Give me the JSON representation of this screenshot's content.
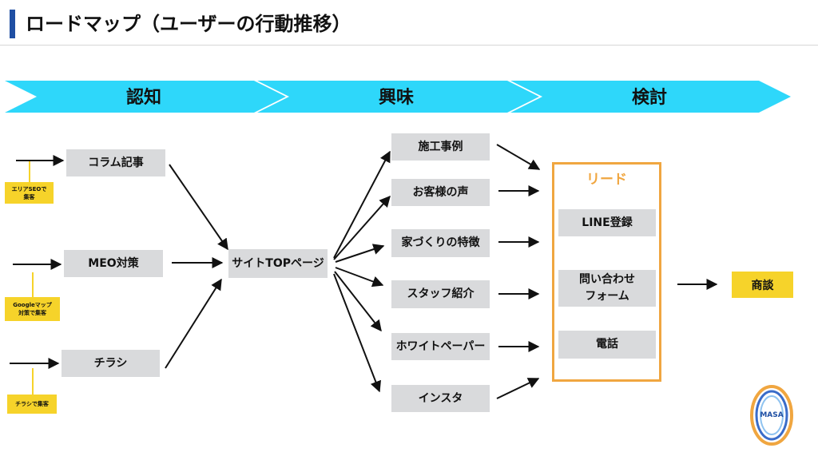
{
  "title": "ロードマップ（ユーザーの行動推移）",
  "stages": [
    "認知",
    "興味",
    "検討"
  ],
  "sources": [
    {
      "box": "コラム記事",
      "tag": "エリアSEOで\n集客"
    },
    {
      "box": "MEO対策",
      "tag": "Googleマップ\n対策で集客"
    },
    {
      "box": "チラシ",
      "tag": "チラシで集客"
    }
  ],
  "hub": "サイトTOPページ",
  "pages": [
    "施工事例",
    "お客様の声",
    "家づくりの特徴",
    "スタッフ紹介",
    "ホワイトペーパー",
    "インスタ"
  ],
  "lead": {
    "title": "リード",
    "items": [
      "LINE登録",
      "問い合わせ\nフォーム",
      "電話"
    ]
  },
  "goal": "商談",
  "logo": {
    "text": "MASA"
  },
  "colors": {
    "arrow_band": "#2ed7fa",
    "tag": "#f6d32a",
    "box": "#d9dadc",
    "lead_border": "#f0a640",
    "title_accent": "#1f4fa3"
  }
}
